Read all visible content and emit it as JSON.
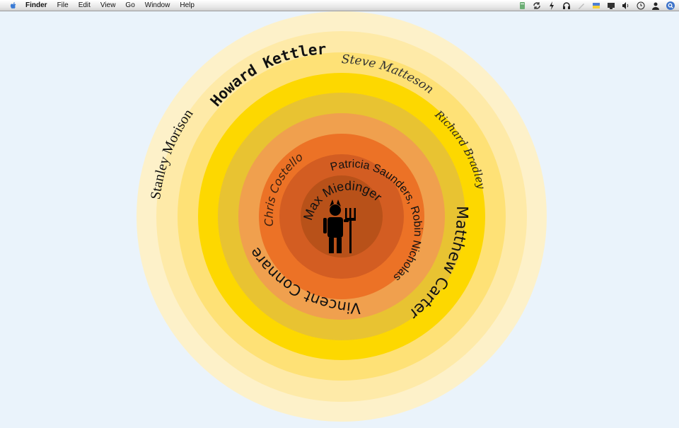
{
  "menubar": {
    "app_name": "Finder",
    "menus": [
      "File",
      "Edit",
      "View",
      "Go",
      "Window",
      "Help"
    ],
    "status_icons": [
      "script-icon",
      "sync-icon",
      "bolt-icon",
      "headphones-icon",
      "pen-icon",
      "flag-icon",
      "display-icon",
      "volume-icon",
      "clock-icon",
      "user-icon",
      "spotlight-icon"
    ]
  },
  "rings": {
    "colors": [
      "#fdf1c9",
      "#feeaa8",
      "#fee176",
      "#fdd800",
      "#e8c332",
      "#f0a04e",
      "#ec7226",
      "#d35d22",
      "#b85119"
    ],
    "names": [
      {
        "text": "Stanley Morison"
      },
      {
        "text": "Howard Kettler"
      },
      {
        "text": "Steve Matteson"
      },
      {
        "text": "Richard Bradley"
      },
      {
        "text": "Matthew Carter"
      },
      {
        "text": "Vincent Connare"
      },
      {
        "text": "Chris Costello"
      },
      {
        "text": "Patricia Saunders, Robin Nicholas"
      },
      {
        "text": "Max Miedinger"
      }
    ]
  }
}
